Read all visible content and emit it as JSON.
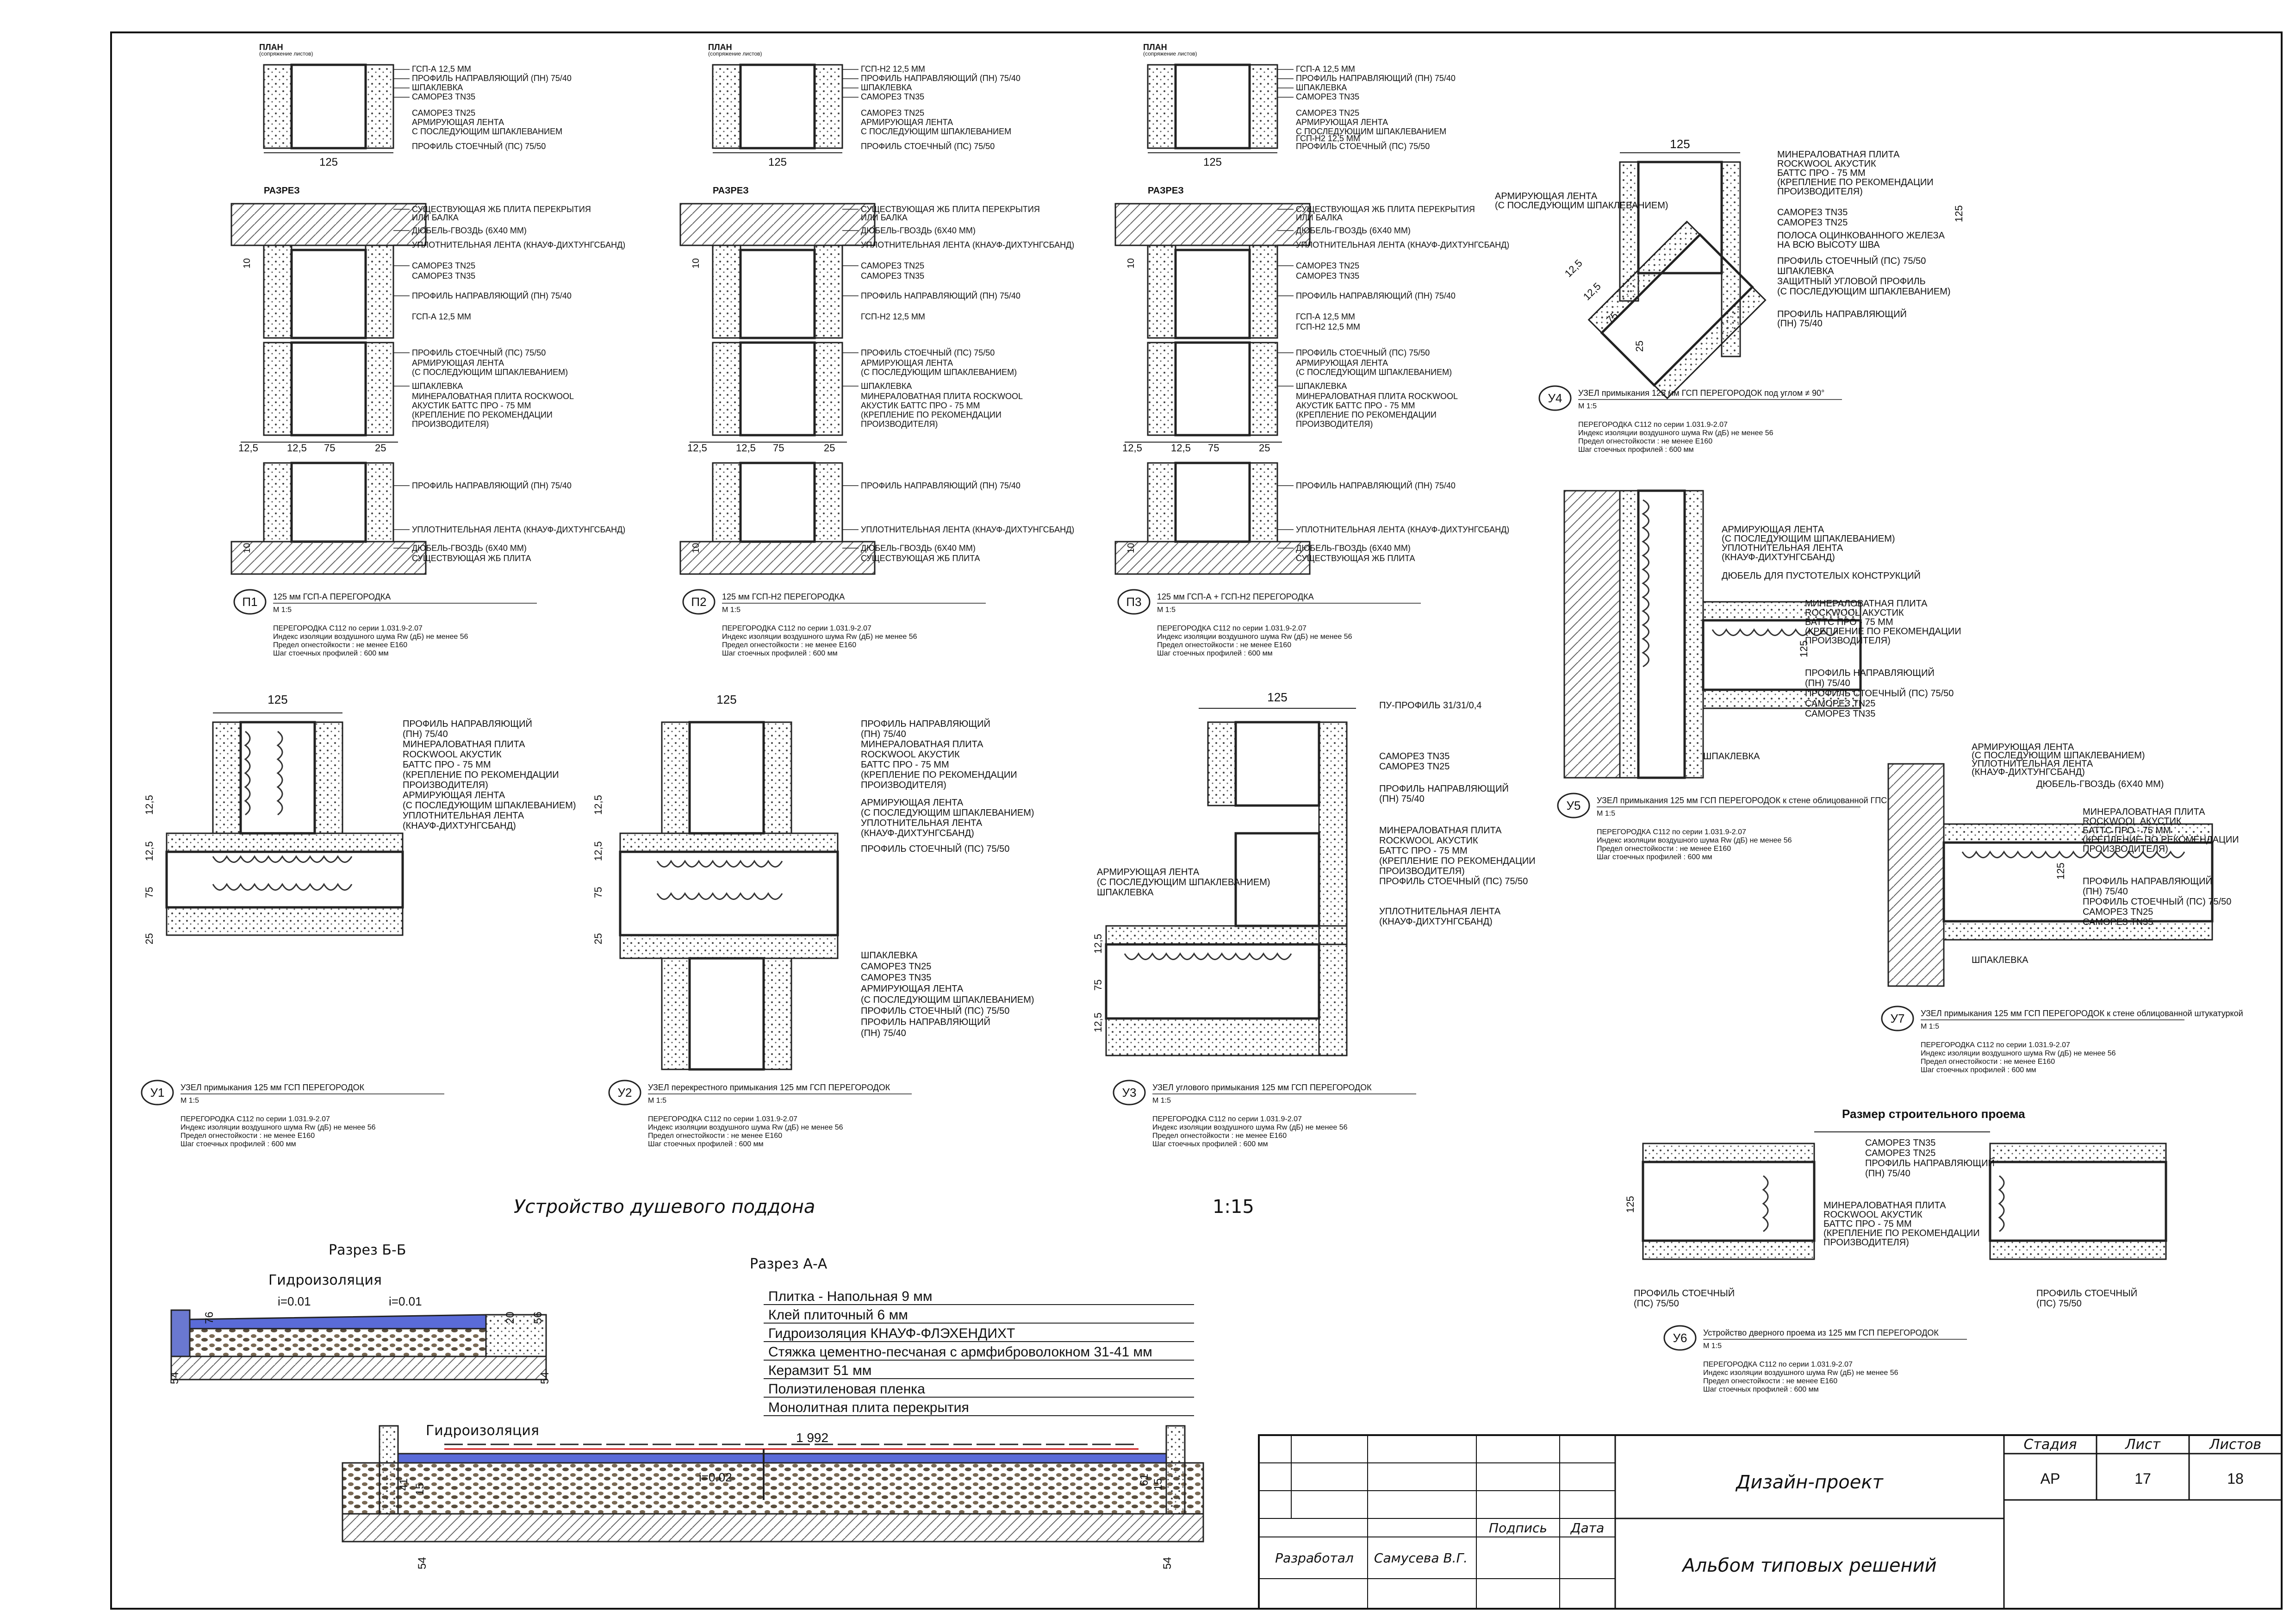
{
  "sheet": {
    "main_title": "Устройство душевого поддона",
    "main_scale": "1:15",
    "section_bb": "Разрез Б-Б",
    "section_aa": "Разрез А-А",
    "size_opening": "Размер строительного проема"
  },
  "common": {
    "plan": "ПЛАН",
    "plan_sub": "(сопряжение листов)",
    "razrez": "РАЗРЕЗ",
    "dim_125": "125",
    "dim_12_5": "12,5",
    "dim_75": "75",
    "dim_25": "25",
    "dim_10": "10"
  },
  "labels": {
    "gsp_a": "ГСП-А 12,5 ММ",
    "gsp_n2": "ГСП-Н2 12,5 ММ",
    "prof_pn": "ПРОФИЛЬ НАПРАВЛЯЮЩИЙ (ПН) 75/40",
    "prof_pn_a": "ПРОФИЛЬ НАПРАВЛЯЮЩИЙ",
    "prof_pn_b": "(ПН) 75/40",
    "prof_ps": "ПРОФИЛЬ СТОЕЧНЫЙ (ПС) 75/50",
    "prof_ps_a": "ПРОФИЛЬ СТОЕЧНЫЙ",
    "prof_ps_b": "(ПС) 75/50",
    "shpak": "ШПАКЛЕВКА",
    "tn35": "САМОРЕЗ TN35",
    "tn25": "САМОРЕЗ TN25",
    "arm_a": "АРМИРУЮЩАЯ ЛЕНТА",
    "arm_b": "С ПОСЛЕДУЮЩИМ ШПАКЛЕВАНИЕМ",
    "arm_c": "(С ПОСЛЕДУЮЩИМ ШПАКЛЕВАНИЕМ)",
    "slab_a": "СУЩЕСТВУЮЩАЯ ЖБ ПЛИТА ПЕРЕКРЫТИЯ",
    "slab_b": "ИЛИ БАЛКА",
    "dowel": "ДЮБЕЛЬ-ГВОЗДЬ (6Х40 ММ)",
    "seal": "УПЛОТНИТЕЛЬНАЯ ЛЕНТА (КНАУФ-ДИХТУНГСБАНД)",
    "seal_a": "УПЛОТНИТЕЛЬНАЯ ЛЕНТА",
    "seal_b": "(КНАУФ-ДИХТУНГСБАНД)",
    "mw_a": "МИНЕРАЛОВАТНАЯ ПЛИТА ROCKWOOL",
    "mw_b": "АКУСТИК БАТТС ПРО - 75 ММ",
    "mw_c": "(КРЕПЛЕНИЕ ПО РЕКОМЕНДАЦИИ",
    "mw_d": "ПРОИЗВОДИТЕЛЯ)",
    "mw1": "МИНЕРАЛОВАТНАЯ ПЛИТА",
    "mw2": "ROCKWOOL АКУСТИК",
    "mw3": "БАТТС ПРО - 75 ММ",
    "slab_bottom": "СУЩЕСТВУЮЩАЯ ЖБ ПЛИТА",
    "pu": "ПУ-ПРОФИЛЬ 31/31/0,4",
    "zinc_a": "ПОЛОСА ОЦИНКОВАННОГО ЖЕЛЕЗА",
    "zinc_b": "НА ВСЮ ВЫСОТУ ШВА",
    "corner_a": "ЗАЩИТНЫЙ УГЛОВОЙ ПРОФИЛЬ",
    "hollow": "ДЮБЕЛЬ ДЛЯ ПУСТОТЕЛЫХ КОНСТРУКЦИЙ"
  },
  "nodes": [
    {
      "id": "П1",
      "title": "125 мм ГСП-А ПЕРЕГОРОДКА"
    },
    {
      "id": "П2",
      "title": "125 мм ГСП-Н2 ПЕРЕГОРОДКА"
    },
    {
      "id": "П3",
      "title": "125 мм ГСП-А + ГСП-Н2 ПЕРЕГОРОДКА"
    },
    {
      "id": "У1",
      "title": "УЗЕЛ примыкания 125 мм ГСП ПЕРЕГОРОДОК"
    },
    {
      "id": "У2",
      "title": "УЗЕЛ перекрестного примыкания 125 мм ГСП ПЕРЕГОРОДОК"
    },
    {
      "id": "У3",
      "title": "УЗЕЛ углового примыкания 125 мм ГСП ПЕРЕГОРОДОК"
    },
    {
      "id": "У4",
      "title": "УЗЕЛ примыкания 125 мм ГСП ПЕРЕГОРОДОК под углом ≠ 90°"
    },
    {
      "id": "У5",
      "title": "УЗЕЛ примыкания 125 мм ГСП ПЕРЕГОРОДОК к стене облицованной ГПС"
    },
    {
      "id": "У6",
      "title": "Устройство дверного проема из 125 мм ГСП ПЕРЕГОРОДОК"
    },
    {
      "id": "У7",
      "title": "УЗЕЛ примыкания 125 мм ГСП ПЕРЕГОРОДОК к стене облицованной штукатуркой"
    }
  ],
  "spec": {
    "scale": "М 1:5",
    "line1": "ПЕРЕГОРОДКА С112 по серии 1.031.9-2.07",
    "line2": "Индекс изоляции воздушного шума Rw (дБ) не менее 56",
    "line3": "Предел огнестойкости : не менее Е160",
    "line4": "Шаг стоечных профилей : 600 мм"
  },
  "layers": [
    "Плитка - Напольная 9 мм",
    "Клей плиточный 6 мм",
    "Гидроизоляция КНАУФ-ФЛЭХЕНДИХТ",
    "Стяжка цементно-песчаная с армфиброволокном 31-41 мм",
    "Керамзит 51 мм",
    "Полиэтиленовая пленка",
    "Монолитная плита перекрытия"
  ],
  "shower": {
    "hydro": "Гидроизоляция",
    "slope1": "i=0.01",
    "slope2": "i=0.02",
    "len": "1 992",
    "d76": "76",
    "d20": "20",
    "d56": "56",
    "d54": "54",
    "d41": "41",
    "d15": "15",
    "d61": "61"
  },
  "stamp": {
    "project": "Дизайн-проект",
    "album": "Альбом типовых решений",
    "stage_h": "Стадия",
    "sheet_h": "Лист",
    "sheets_h": "Листов",
    "stage": "АР",
    "sheet": "17",
    "sheets": "18",
    "sign_h": "Подпись",
    "date_h": "Дата",
    "dev_h": "Разработал",
    "dev": "Самусева В.Г."
  }
}
